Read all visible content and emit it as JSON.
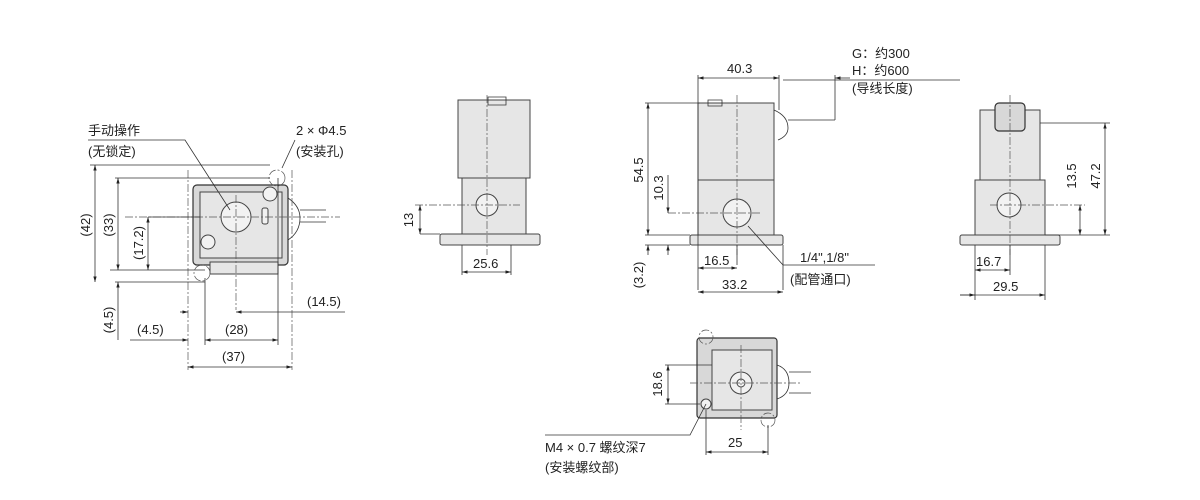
{
  "title": "Solenoid valve dimensions",
  "front_view": {
    "manual_label": "手动操作",
    "manual_sub": "(无锁定)",
    "hole_label": "2 × Φ4.5",
    "hole_sub": "(安装孔)",
    "d42": "(42)",
    "d33": "(33)",
    "d17_2": "(17.2)",
    "d4_5v": "(4.5)",
    "d14_5": "(14.5)",
    "d4_5h": "(4.5)",
    "d28": "(28)",
    "d37": "(37)"
  },
  "side_view_a": {
    "d13": "13",
    "d25_6": "25.6"
  },
  "side_view_b": {
    "d40_3": "40.3",
    "lead_g": "G：约300",
    "lead_h": "H：约600",
    "lead_sub": "(导线长度)",
    "d54_5": "54.5",
    "d10_3": "10.3",
    "d3_2": "(3.2)",
    "d16_5": "16.5",
    "d33_2": "33.2",
    "port_label": "1/4\",1/8\"",
    "port_sub": "(配管通口)"
  },
  "side_view_c": {
    "d13_5": "13.5",
    "d47_2": "47.2",
    "d16_7": "16.7",
    "d29_5": "29.5"
  },
  "bottom_view": {
    "d18_6": "18.6",
    "d25": "25",
    "thread_label": "M4 × 0.7 螺纹深7",
    "thread_sub": "(安装螺纹部)"
  }
}
